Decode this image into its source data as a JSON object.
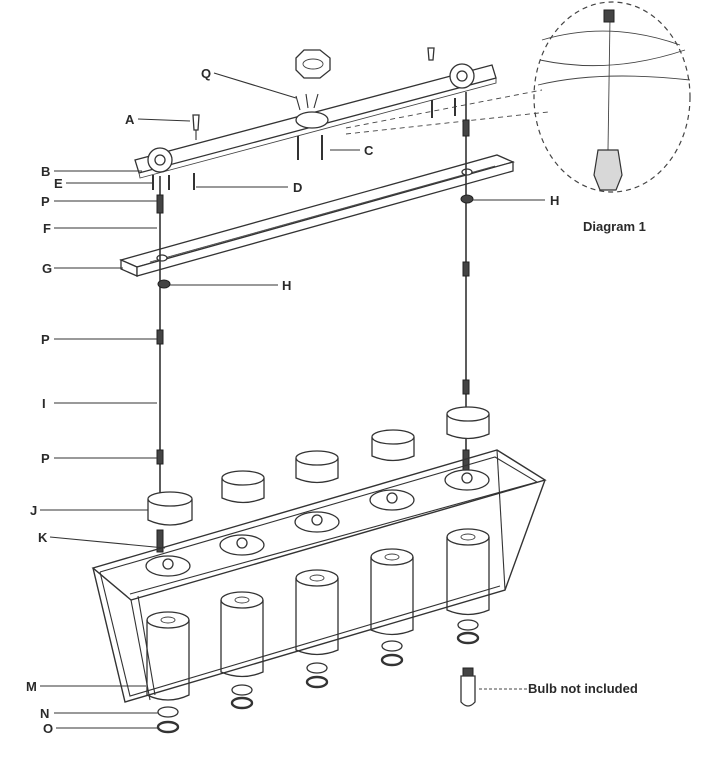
{
  "labels": {
    "A": "A",
    "B": "B",
    "C": "C",
    "D": "D",
    "E": "E",
    "F": "F",
    "G": "G",
    "H": "H",
    "I": "I",
    "J": "J",
    "K": "K",
    "M": "M",
    "N": "N",
    "O": "O",
    "P": "P",
    "Q": "Q"
  },
  "captions": {
    "diagram1": "Diagram 1",
    "bulb_note": "Bulb not included"
  }
}
